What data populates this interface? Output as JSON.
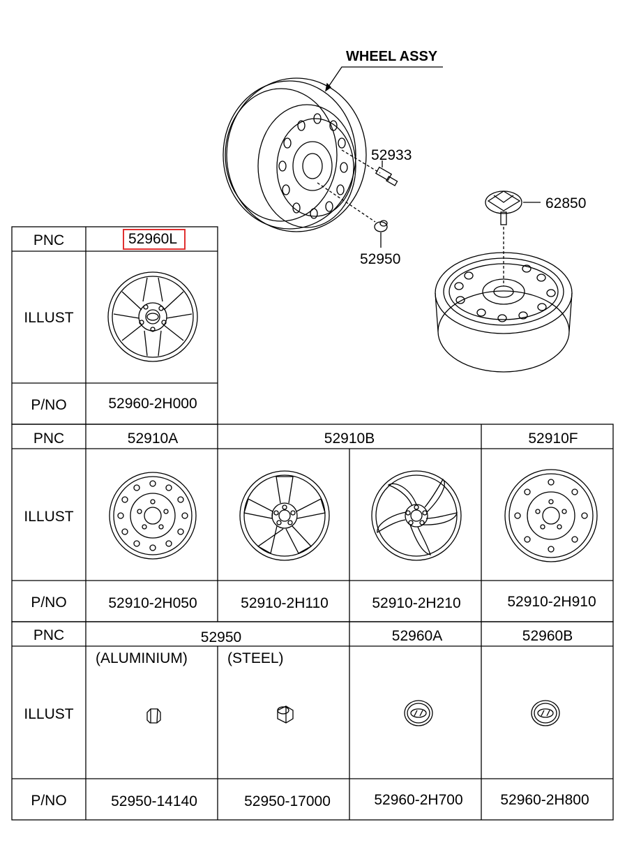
{
  "header": {
    "assembly_title": "WHEEL ASSY"
  },
  "callouts": {
    "valve": "52933",
    "nut": "52950",
    "center_cap": "62850"
  },
  "tables": {
    "top": {
      "row_labels": {
        "pnc": "PNC",
        "illust": "ILLUST",
        "pno": "P/NO"
      },
      "pnc": "52960L",
      "pno": "52960-2H000",
      "highlight_color": "#e03030"
    },
    "wheels": {
      "row_labels": {
        "pnc": "PNC",
        "illust": "ILLUST",
        "pno": "P/NO"
      },
      "pnc": [
        "52910A",
        "52910B",
        "52910F"
      ],
      "pno": [
        "52910-2H050",
        "52910-2H110",
        "52910-2H210",
        "52910-2H910"
      ]
    },
    "parts": {
      "row_labels": {
        "pnc": "PNC",
        "illust": "ILLUST",
        "pno": "P/NO"
      },
      "pnc": [
        "52950",
        "52960A",
        "52960B"
      ],
      "notes": [
        "(ALUMINIUM)",
        "(STEEL)"
      ],
      "pno": [
        "52950-14140",
        "52950-17000",
        "52960-2H700",
        "52960-2H800"
      ]
    }
  }
}
